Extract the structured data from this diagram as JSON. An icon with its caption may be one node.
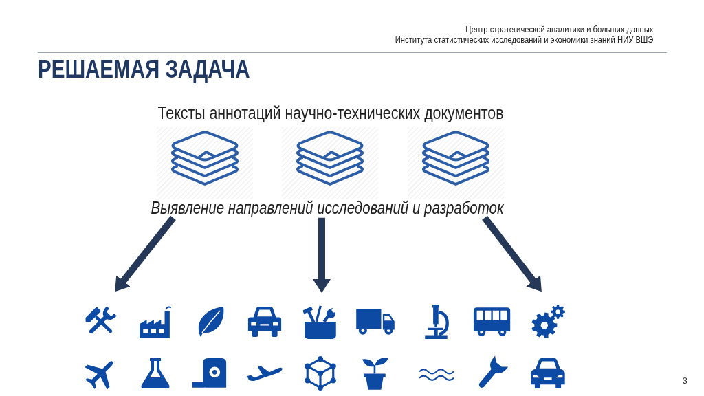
{
  "diagram": {
    "title": "РЕШАЕМАЯ ЗАДАЧА",
    "nodes": [
      {
        "text": [
          "Выявление направлений исследований и разработок"
        ]
      },
      {
        "text": [],
        "shape": "picture"
      },
      {
        "text": [],
        "shape": "picture"
      },
      {
        "text": [],
        "shape": "picture"
      }
    ],
    "edges": [
      {
        "from": 0,
        "to": 1,
        "arrow": "to"
      },
      {
        "from": 0,
        "to": 2,
        "arrow": "to"
      },
      {
        "from": 0,
        "to": 3,
        "arrow": "to"
      }
    ],
    "labels": [
      "Центр стратегической аналитики и больших данных",
      "Института статистических исследований и экономики знаний НИУ ВШЭ",
      "Тексты аннотаций научно-технических документов",
      "3"
    ]
  }
}
